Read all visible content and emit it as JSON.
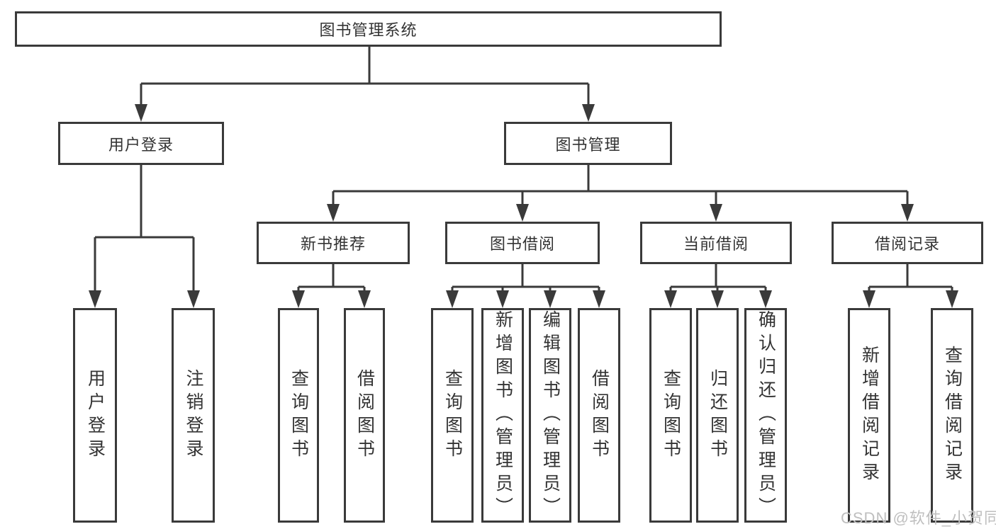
{
  "tree": {
    "root": {
      "label": "图书管理系统",
      "children": [
        {
          "label": "用户登录",
          "children": [
            {
              "label": "用户登录"
            },
            {
              "label": "注销登录"
            }
          ]
        },
        {
          "label": "图书管理",
          "children": [
            {
              "label": "新书推荐",
              "children": [
                {
                  "label": "查询图书"
                },
                {
                  "label": "借阅图书"
                }
              ]
            },
            {
              "label": "图书借阅",
              "children": [
                {
                  "label": "查询图书"
                },
                {
                  "label": "新增图书（管理员）"
                },
                {
                  "label": "编辑图书（管理员）"
                },
                {
                  "label": "借阅图书"
                }
              ]
            },
            {
              "label": "当前借阅",
              "children": [
                {
                  "label": "查询图书"
                },
                {
                  "label": "归还图书"
                },
                {
                  "label": "确认归还（管理员）"
                }
              ]
            },
            {
              "label": "借阅记录",
              "children": [
                {
                  "label": "新增借阅记录"
                },
                {
                  "label": "查询借阅记录"
                }
              ]
            }
          ]
        }
      ]
    }
  },
  "watermark": {
    "text": "CSDN @软件_小贺同学"
  },
  "colors": {
    "line": "#3a3a3a",
    "text": "#333333",
    "background": "#ffffff",
    "watermark": "#bfbfbf"
  }
}
